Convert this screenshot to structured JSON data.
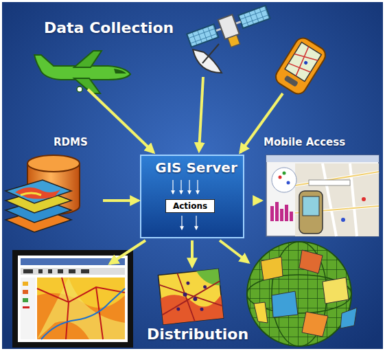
{
  "diagram": {
    "nodes": [
      {
        "text": [
          "RDMS"
        ]
      },
      {
        "text": [
          "Mobile Access"
        ]
      },
      {
        "text": [
          "GIS Server"
        ]
      },
      {
        "text": [
          "Actions"
        ],
        "in": 2
      }
    ],
    "edges": [
      {
        "from": 0,
        "to": 2,
        "arrow": "to"
      },
      {
        "from": 2,
        "to": 1,
        "arrow": "to"
      }
    ],
    "labels": [
      "Data Collection",
      "Distribution"
    ]
  }
}
